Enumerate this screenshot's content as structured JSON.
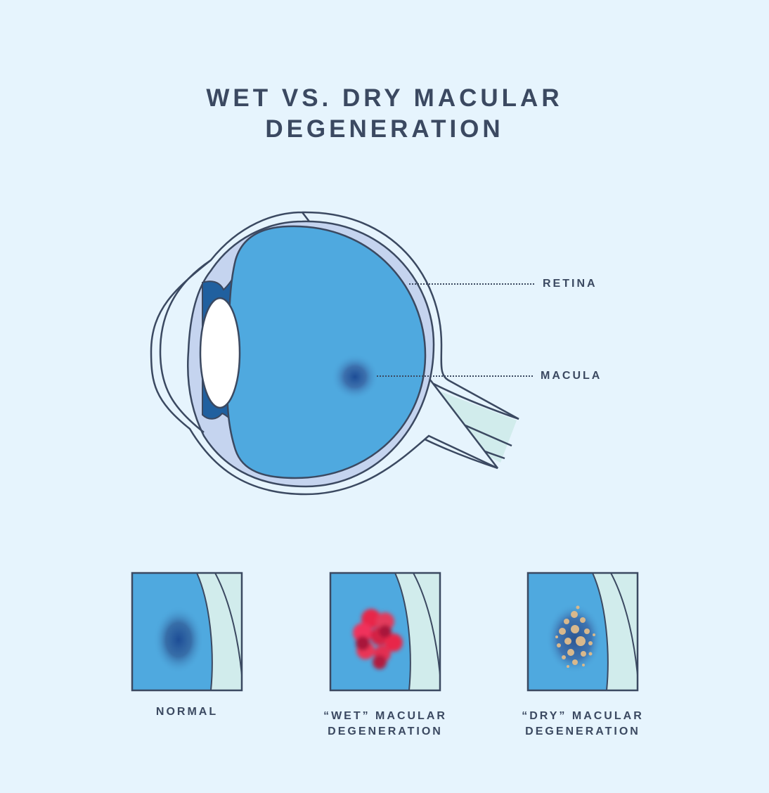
{
  "title": {
    "line1": "WET VS. DRY MACULAR",
    "line2": "DEGENERATION"
  },
  "eye_labels": {
    "retina": "RETINA",
    "macula": "MACULA"
  },
  "panels": [
    {
      "line1": "NORMAL",
      "line2": ""
    },
    {
      "line1": "“WET” MACULAR",
      "line2": "DEGENERATION"
    },
    {
      "line1": "“DRY” MACULAR",
      "line2": "DEGENERATION"
    }
  ],
  "colors": {
    "background": "#e6f4fd",
    "vitreous": "#4fa9df",
    "iris": "#20609f",
    "outline": "#3b4961",
    "nerve": "#d1ecec",
    "choroid": "#c5d4ef",
    "wet_blood": "#e8284a",
    "dry_drusen": "#d8b88c"
  }
}
